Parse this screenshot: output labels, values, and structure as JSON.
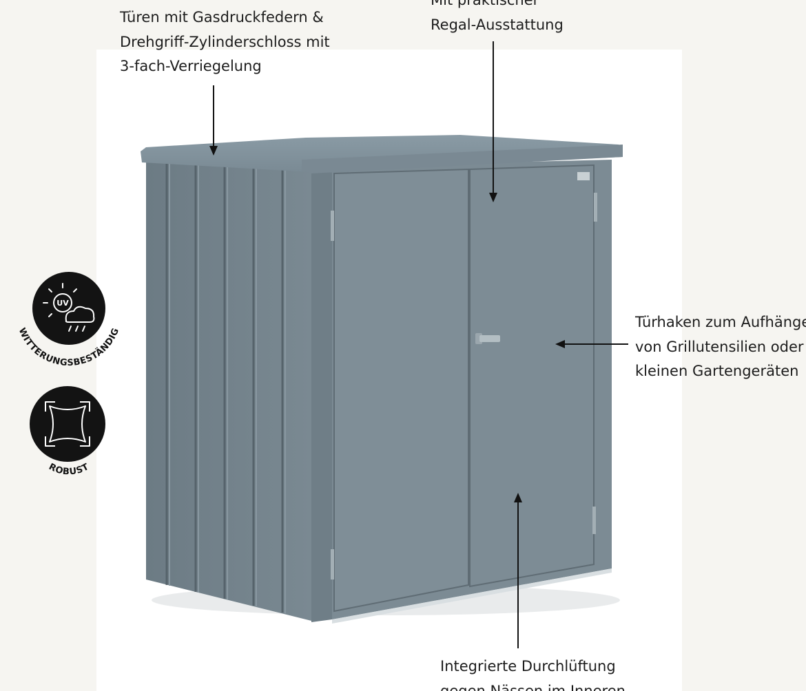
{
  "callouts": {
    "doors": {
      "lines": [
        "Türen mit Gasdruckfedern &",
        "Drehgriff-Zylinderschloss mit",
        "3-fach-Verriegelung"
      ]
    },
    "shelf": {
      "lines": [
        "Mit praktischer",
        "Regal-Ausstattung"
      ]
    },
    "hooks": {
      "lines": [
        "Türhaken zum Aufhängen",
        "von Grillutensilien oder",
        "kleinen Gartengeräten"
      ]
    },
    "ventilation": {
      "lines": [
        "Integrierte Durchlüftung",
        "gegen Nässen im Inneren"
      ]
    }
  },
  "badges": {
    "weather": {
      "label": "WITTERUNGSBESTÄNDIG",
      "uv_label": "UV",
      "icon": "sun-cloud-rain-icon"
    },
    "robust": {
      "label": "ROBUST",
      "icon": "shield-square-icon"
    }
  },
  "colors": {
    "shed_body": "#7b8a93",
    "shed_side": "#708089",
    "shed_roof": "#8596a0",
    "badge_fill": "#131313",
    "text": "#1c1c1c"
  }
}
